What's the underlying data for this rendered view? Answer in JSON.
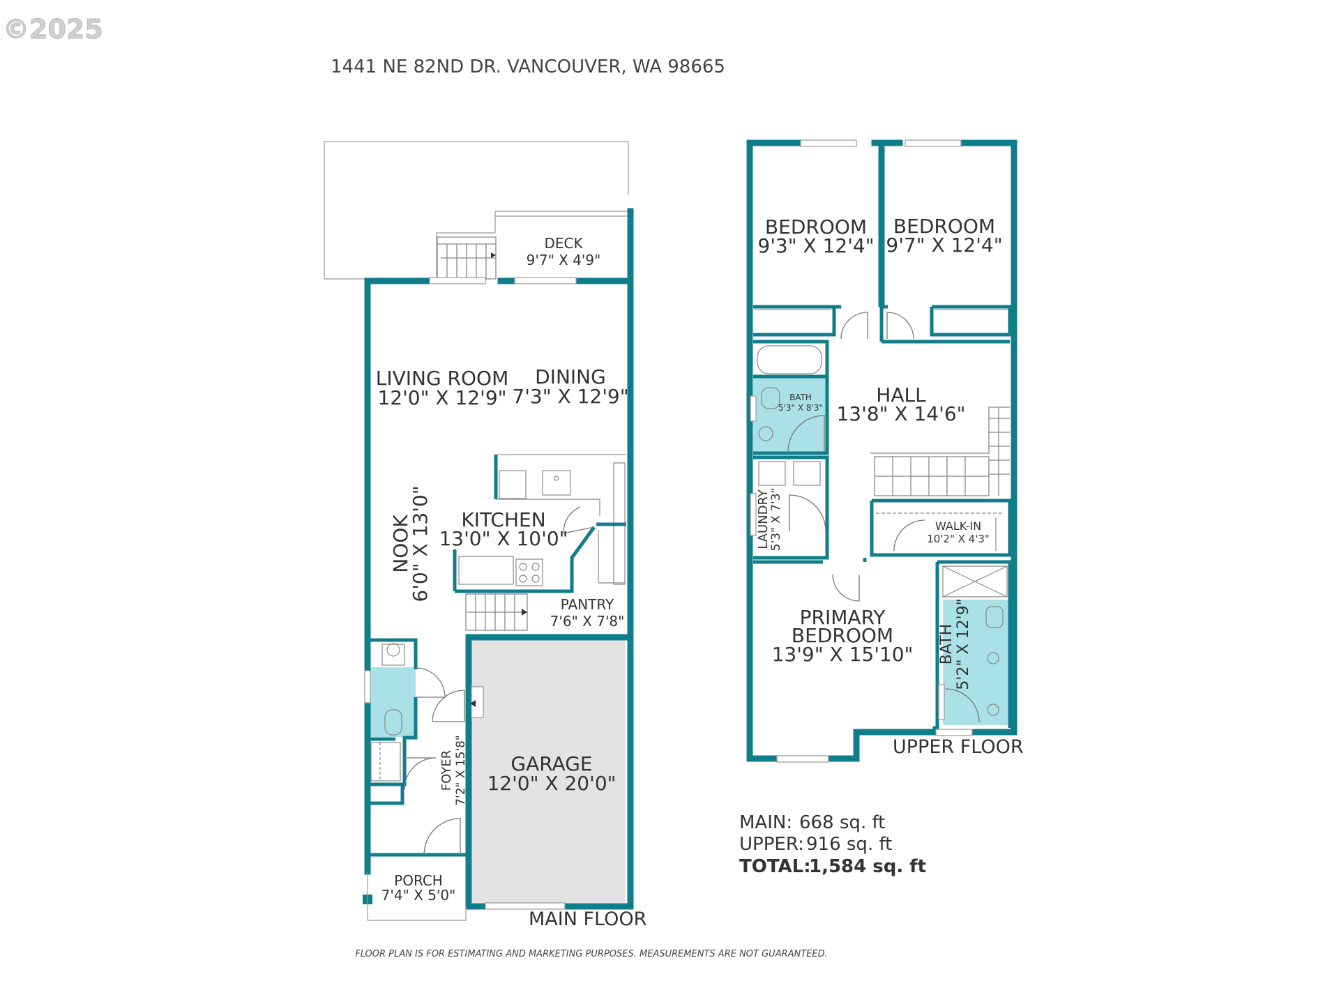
{
  "copyright": "©2025",
  "address": "1441 NE 82ND DR. VANCOUVER, WA 98665",
  "main_floor": {
    "label": "MAIN FLOOR",
    "rooms": {
      "deck": {
        "name": "DECK",
        "dim": "9'7\" X 4'9\""
      },
      "living": {
        "name": "LIVING ROOM",
        "dim": "12'0\" X 12'9\""
      },
      "dining": {
        "name": "DINING",
        "dim": "7'3\" X 12'9\""
      },
      "nook": {
        "name": "NOOK",
        "dim": "6'0\" X 13'0\""
      },
      "kitchen": {
        "name": "KITCHEN",
        "dim": "13'0\" X 10'0\""
      },
      "pantry": {
        "name": "PANTRY",
        "dim": "7'6\" X 7'8\""
      },
      "foyer": {
        "name": "FOYER",
        "dim": "7'2\" X 15'8\""
      },
      "garage": {
        "name": "GARAGE",
        "dim": "12'0\" X 20'0\""
      },
      "porch": {
        "name": "PORCH",
        "dim": "7'4\" X 5'0\""
      }
    }
  },
  "upper_floor": {
    "label": "UPPER FLOOR",
    "rooms": {
      "bedroom1": {
        "name": "BEDROOM",
        "dim": "9'3\" X 12'4\""
      },
      "bedroom2": {
        "name": "BEDROOM",
        "dim": "9'7\" X 12'4\""
      },
      "hall": {
        "name": "HALL",
        "dim": "13'8\" X 14'6\""
      },
      "bath1": {
        "name": "BATH",
        "dim": "5'3\" X 8'3\""
      },
      "laundry": {
        "name": "LAUNDRY",
        "dim": "5'3\" X 7'3\""
      },
      "walkin": {
        "name": "WALK-IN",
        "dim": "10'2\" X 4'3\""
      },
      "primary": {
        "name1": "PRIMARY",
        "name2": "BEDROOM",
        "dim": "13'9\" X 15'10\""
      },
      "bath2": {
        "name": "BATH",
        "dim": "5'2\" X 12'9\""
      }
    }
  },
  "areas": {
    "main_label": "MAIN:",
    "main_value": "668 sq. ft",
    "upper_label": "UPPER:",
    "upper_value": "916 sq. ft",
    "total_label": "TOTAL:",
    "total_value": "1,584 sq. ft"
  },
  "disclaimer": "FLOOR PLAN IS FOR ESTIMATING AND MARKETING PURPOSES. MEASUREMENTS ARE NOT GUARANTEED.",
  "colors": {
    "wall": "#107e8a",
    "bath": "#a9e1e6",
    "garage": "#e3e3e3"
  }
}
